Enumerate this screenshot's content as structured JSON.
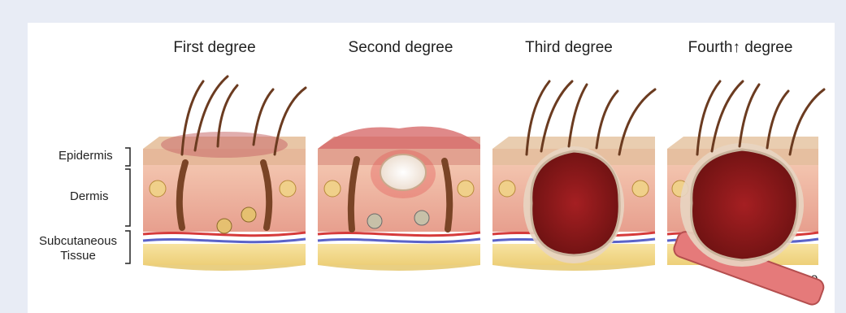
{
  "panels": [
    {
      "title": "First degree"
    },
    {
      "title": "Second degree"
    },
    {
      "title": "Third degree"
    },
    {
      "title": "Fourth",
      "arrow": "↑",
      "suffix": "degree"
    }
  ],
  "layers": {
    "epidermis": "Epidermis",
    "dermis": "Dermis",
    "subcutaneous_line1": "Subcutaneous",
    "subcutaneous_line2": "Tissue"
  },
  "bone_label": "Bone",
  "colors": {
    "background": "#e8ecf5",
    "skin_top": "#e7c3a2",
    "dermis": "#f0b7a3",
    "fat": "#f6dc8e",
    "vessel_red": "#d63b3b",
    "vessel_blue": "#5a63c9",
    "burn": "#8c1a1a",
    "hair": "#6b3b20"
  }
}
